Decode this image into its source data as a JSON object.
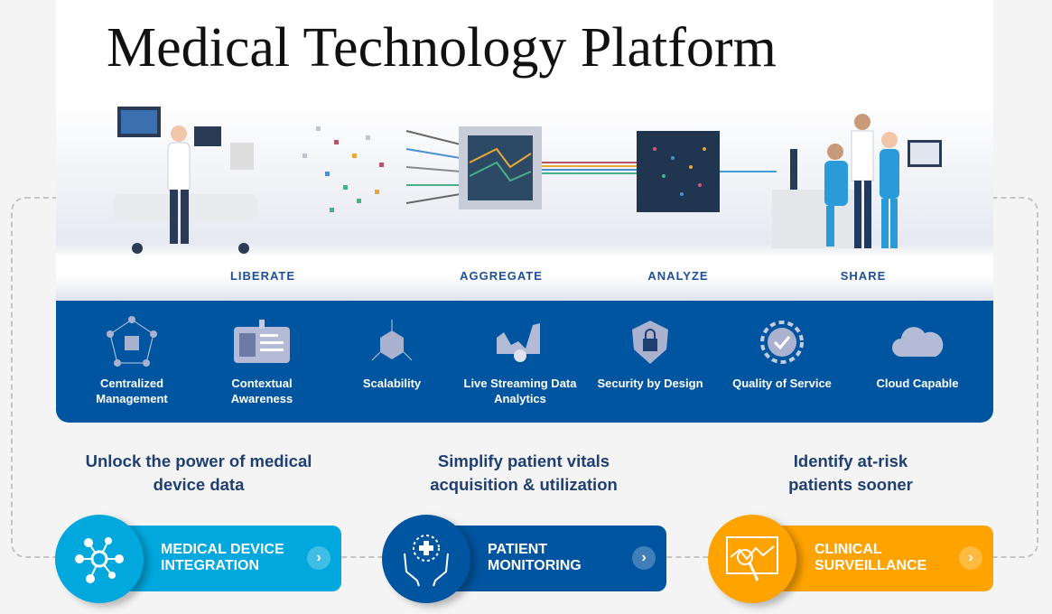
{
  "title": "Medical Technology Platform",
  "stages": [
    "LIBERATE",
    "AGGREGATE",
    "ANALYZE",
    "SHARE"
  ],
  "features": [
    {
      "label": "Centralized Management",
      "icon": "network-cubes-icon"
    },
    {
      "label": "Contextual Awareness",
      "icon": "id-badge-icon"
    },
    {
      "label": "Scalability",
      "icon": "cube-arrows-icon"
    },
    {
      "label": "Live Streaming Data Analytics",
      "icon": "chart-clock-icon"
    },
    {
      "label": "Security by Design",
      "icon": "shield-lock-icon"
    },
    {
      "label": "Quality of Service",
      "icon": "gear-check-icon"
    },
    {
      "label": "Cloud Capable",
      "icon": "cloud-icon"
    }
  ],
  "headlines": [
    "Unlock the power of medical device data",
    "Simplify patient vitals acquisition & utilization",
    "Identify at-risk patients sooner"
  ],
  "solutions": [
    {
      "label": "MEDICAL DEVICE INTEGRATION",
      "color": "#00a8de",
      "icon": "network-nodes-icon"
    },
    {
      "label": "PATIENT MONITORING",
      "color": "#0055a0",
      "icon": "hands-care-icon"
    },
    {
      "label": "CLINICAL SURVEILLANCE",
      "color": "#ffa300",
      "icon": "monitor-magnifier-icon"
    }
  ]
}
